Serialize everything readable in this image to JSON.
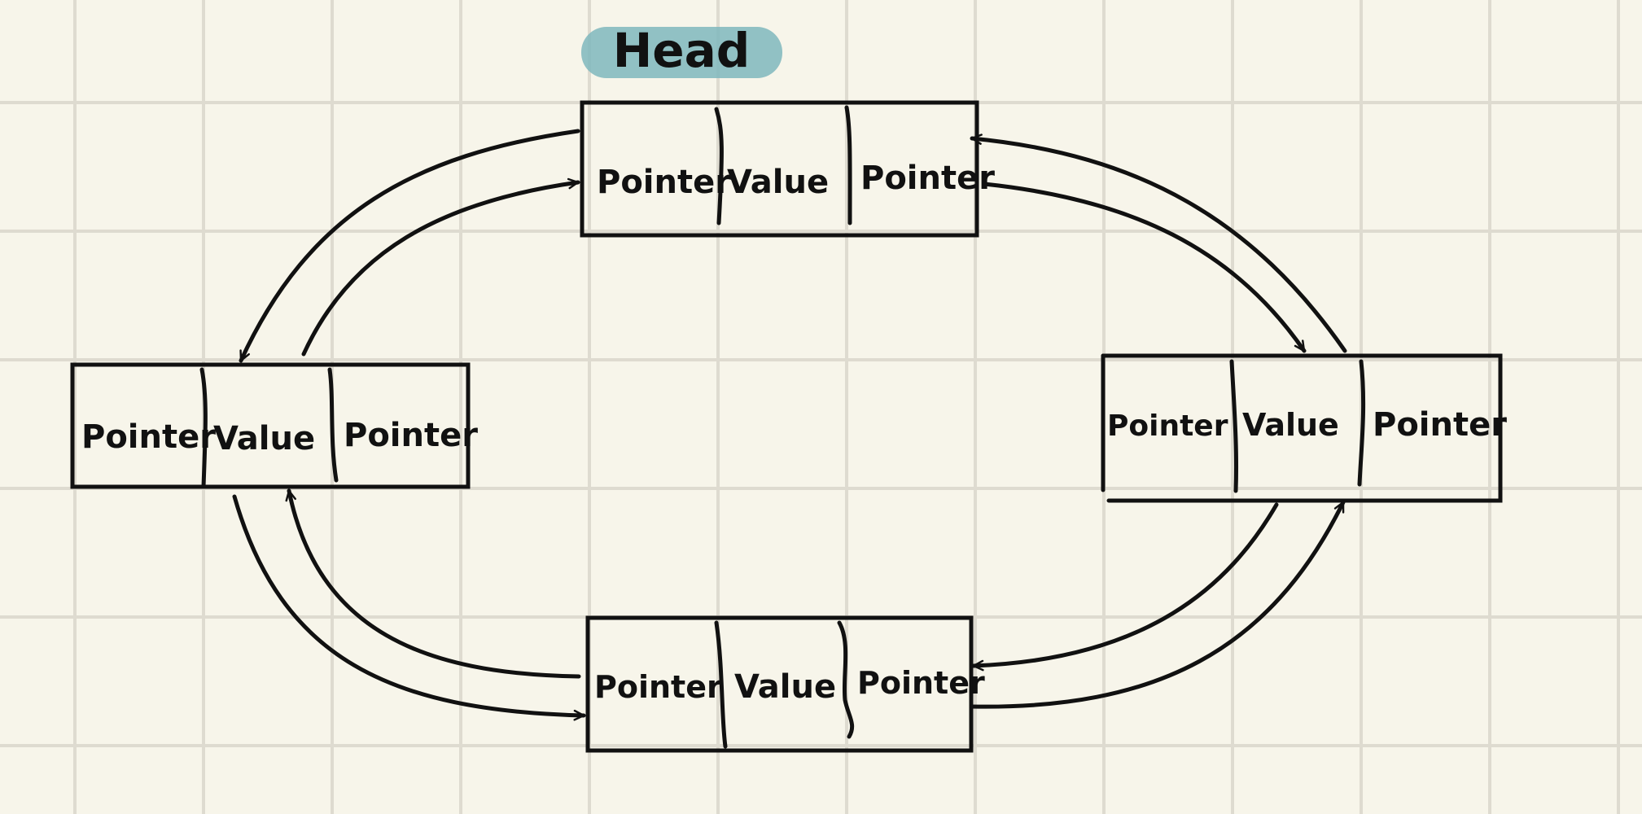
{
  "colors": {
    "background": "#f7f5ea",
    "grid": "#dedbd0",
    "ink": "#111111",
    "head_badge": "#7fb7bd"
  },
  "head_label": "Head",
  "nodes": {
    "top": {
      "left_cell": "Pointer",
      "middle_cell": "Value",
      "right_cell": "Pointer"
    },
    "left": {
      "left_cell": "Pointer",
      "middle_cell": "Value",
      "right_cell": "Pointer"
    },
    "right": {
      "left_cell": "Pointer",
      "middle_cell": "Value",
      "right_cell": "Pointer"
    },
    "bottom": {
      "left_cell": "Pointer",
      "middle_cell": "Value",
      "right_cell": "Pointer"
    }
  }
}
